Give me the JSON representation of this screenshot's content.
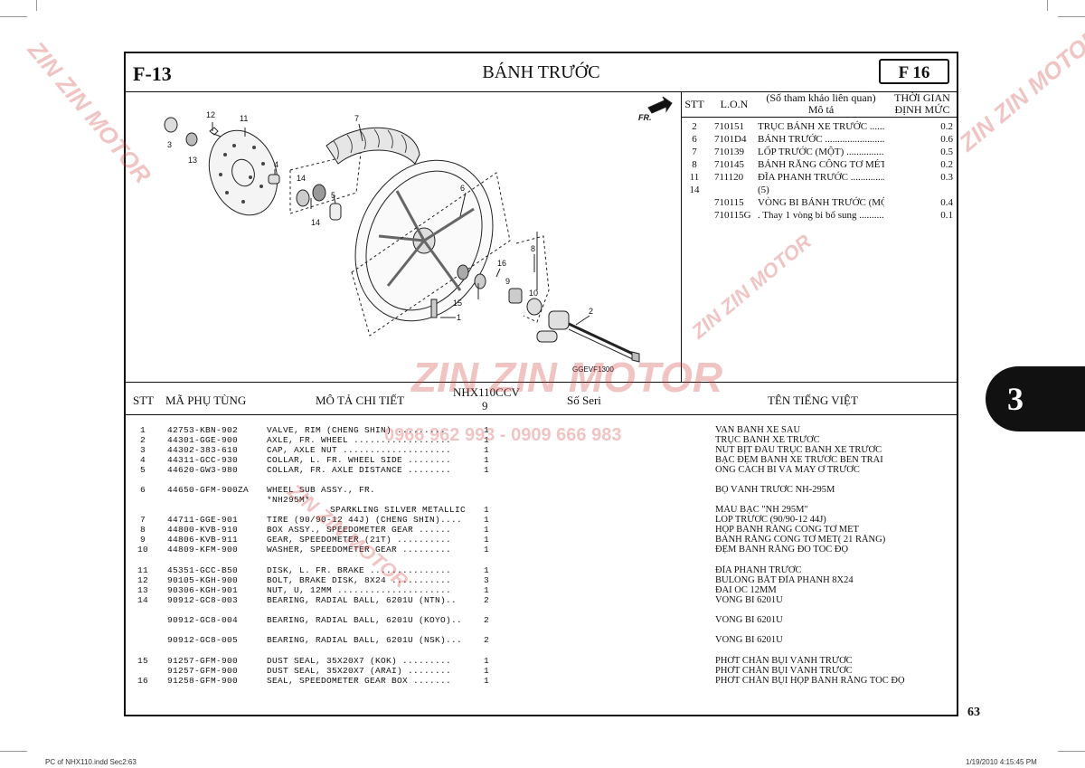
{
  "header": {
    "section_code": "F-13",
    "title": "BÁNH TRƯỚC",
    "page_code": "F 16"
  },
  "diagram": {
    "code": "GGEVF1300",
    "direction_label": "FR.",
    "callouts": [
      "1",
      "2",
      "3",
      "4",
      "5",
      "6",
      "7",
      "8",
      "9",
      "10",
      "11",
      "12",
      "13",
      "14",
      "14",
      "15",
      "16"
    ]
  },
  "ref_table": {
    "headers": {
      "stt": "STT",
      "lon": "L.O.N",
      "ref_line1": "(Số tham khảo liên quan)",
      "ref_line2": "Mô tả",
      "time_line1": "THỜI GIAN",
      "time_line2": "ĐỊNH MỨC"
    },
    "rows": [
      {
        "stt": "2",
        "lon": "710151",
        "desc": "TRỤC BÁNH XE TRƯỚC ..................",
        "time": "0.2"
      },
      {
        "stt": "6",
        "lon": "7101D4",
        "desc": "BÁNH TRƯỚC ......................................",
        "time": "0.6"
      },
      {
        "stt": "7",
        "lon": "710139",
        "desc": "LỐP TRƯỚC (MỘT) .............................",
        "time": "0.5"
      },
      {
        "stt": "8",
        "lon": "710145",
        "desc": "BÁNH RĂNG CÔNG TƠ MÉT",
        "time": "0.2"
      },
      {
        "stt": "11",
        "lon": "711120",
        "desc": "ĐĨA PHANH TRƯỚC ............................",
        "time": "0.3"
      },
      {
        "stt": "14",
        "lon": "",
        "desc": "(5)",
        "time": ""
      },
      {
        "stt": "",
        "lon": "710115",
        "desc": "VÒNG BI BÁNH TRƯỚC (MỘT) .........",
        "time": "0.4"
      },
      {
        "stt": "",
        "lon": "710115G",
        "desc": ". Thay 1 vòng bi bổ sung ........................",
        "time": "0.1"
      }
    ]
  },
  "parts_table": {
    "headers": {
      "stt": "STT",
      "part_no": "MÃ PHỤ TÙNG",
      "desc": "MÔ TẢ CHI TIẾT",
      "model": "NHX110CCV",
      "model_sub": "9",
      "serial": "Số Seri",
      "vn_name": "TÊN TIẾNG VIỆT"
    },
    "rows": [
      {
        "stt": "1",
        "part": "42753-KBN-902",
        "desc": "VALVE, RIM (CHENG SHIN) .........",
        "qty": "1",
        "vn": "VAN BÁNH XE SAU"
      },
      {
        "stt": "2",
        "part": "44301-GGE-900",
        "desc": "AXLE, FR. WHEEL ..................",
        "qty": "1",
        "vn": "TRỤC BÁNH XE TRƯỚC"
      },
      {
        "stt": "3",
        "part": "44302-383-610",
        "desc": "CAP, AXLE NUT ....................",
        "qty": "1",
        "vn": "NÚT BỊT ĐẦU TRỤC BÁNH XE TRƯỚC"
      },
      {
        "stt": "4",
        "part": "44311-GCC-930",
        "desc": "COLLAR, L. FR. WHEEL SIDE ........",
        "qty": "1",
        "vn": "BẠC ĐỆM BÁNH XE TRƯỚC BÊN TRÁI"
      },
      {
        "stt": "5",
        "part": "44620-GW3-980",
        "desc": "COLLAR, FR. AXLE DISTANCE ........",
        "qty": "1",
        "vn": "ỐNG CÁCH BI VÀ MAY Ơ TRƯỚC"
      },
      {
        "stt": "6",
        "part": "44650-GFM-900ZA",
        "desc": "WHEEL SUB ASSY., FR.",
        "qty": "",
        "vn": "BỘ VÀNH TRƯỚC NH-295M"
      },
      {
        "stt": "",
        "part": "",
        "desc": "*NH295M*",
        "qty": "",
        "vn": ""
      },
      {
        "stt": "",
        "part": "",
        "desc": "SPARKLING SILVER METALLIC",
        "qty": "1",
        "vn": "MÀU BẠC \"NH 295M\""
      },
      {
        "stt": "7",
        "part": "44711-GGE-901",
        "desc": "TIRE (90/90-12 44J) (CHENG SHIN)....",
        "qty": "1",
        "vn": "LỐP TRƯỚC (90/90-12 44J)"
      },
      {
        "stt": "8",
        "part": "44800-KVB-910",
        "desc": "BOX ASSY., SPEEDOMETER GEAR ......",
        "qty": "1",
        "vn": "HỘP BÁNH RĂNG CÔNG TƠ MÉT"
      },
      {
        "stt": "9",
        "part": "44806-KVB-911",
        "desc": "GEAR, SPEEDOMETER (21T) ..........",
        "qty": "1",
        "vn": "BÁNH RĂNG CÔNG TƠ MÉT( 21 RĂNG)"
      },
      {
        "stt": "10",
        "part": "44809-KFM-900",
        "desc": "WASHER, SPEEDOMETER GEAR .........",
        "qty": "1",
        "vn": "ĐỆM BÁNH RĂNG ĐO TỐC ĐỘ"
      },
      {
        "stt": "11",
        "part": "45351-GCC-B50",
        "desc": "DISK, L. FR. BRAKE ...............",
        "qty": "1",
        "vn": "ĐĨA PHANH TRƯỚC"
      },
      {
        "stt": "12",
        "part": "90105-KGH-900",
        "desc": "BOLT, BRAKE DISK, 8X24 ...........",
        "qty": "3",
        "vn": "BULÔNG BẮT ĐĨA PHANH 8X24"
      },
      {
        "stt": "13",
        "part": "90306-KGH-901",
        "desc": "NUT, U, 12MM .....................",
        "qty": "1",
        "vn": "ĐAI ỐC 12MM"
      },
      {
        "stt": "14",
        "part": "90912-GC8-003",
        "desc": "BEARING, RADIAL BALL, 6201U (NTN)..",
        "qty": "2",
        "vn": "VÒNG BI 6201U"
      },
      {
        "stt": "",
        "part": "90912-GC8-004",
        "desc": "BEARING, RADIAL BALL, 6201U (KOYO)..",
        "qty": "2",
        "vn": "VÒNG BI 6201U"
      },
      {
        "stt": "",
        "part": "90912-GC8-005",
        "desc": "BEARING, RADIAL BALL, 6201U (NSK)...",
        "qty": "2",
        "vn": "VÒNG BI 6201U"
      },
      {
        "stt": "15",
        "part": "91257-GFM-900",
        "desc": "DUST SEAL, 35X20X7 (KOK) .........",
        "qty": "1",
        "vn": "PHỚT CHẮN BỤI VÀNH TRƯỚC"
      },
      {
        "stt": "",
        "part": "91257-GFM-900",
        "desc": "DUST SEAL, 35X20X7 (ARAI) ........",
        "qty": "1",
        "vn": "PHỚT CHẮN BỤI VÀNH TRƯỚC"
      },
      {
        "stt": "16",
        "part": "91258-GFM-900",
        "desc": "SEAL, SPEEDOMETER GEAR BOX .......",
        "qty": "1",
        "vn": "PHỚT CHẮN BỤI HỘP BÁNH RĂNG TỐC ĐỘ"
      }
    ]
  },
  "side_tab": "3",
  "page_number": "63",
  "footer": {
    "file": "PC of NHX110.indd   Sec2:63",
    "date": "1/19/2010   4:15:45 PM"
  },
  "watermark": {
    "brand": "ZIN ZIN MOTOR",
    "phones": "0966 962 993 - 0909 666 983",
    "color": "#d23c3c"
  }
}
